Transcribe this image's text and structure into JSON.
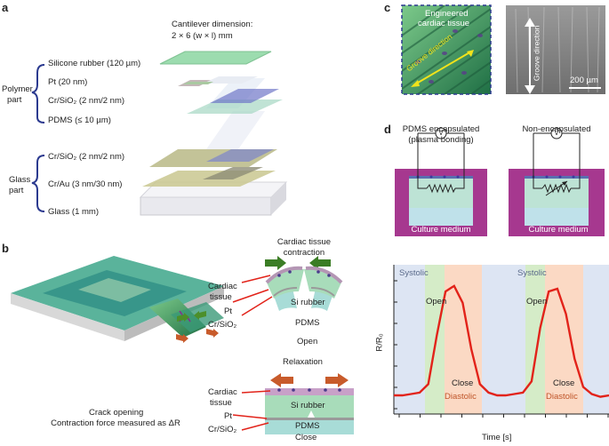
{
  "panels": {
    "a": "a",
    "b": "b",
    "c": "c",
    "d": "d"
  },
  "panel_a": {
    "cantilever_title": "Cantilever dimension:",
    "cantilever_dims": "2 × 6 (w × l) mm",
    "polymer_label": "Polymer",
    "polymer_label2": "part",
    "glass_label": "Glass",
    "glass_label2": "part",
    "layers_polymer": [
      "Silicone rubber (120 µm)",
      "Pt (20 nm)",
      "Cr/SiO₂ (2 nm/2 nm)",
      "PDMS (≤ 10 µm)"
    ],
    "layers_glass": [
      "Cr/SiO₂ (2 nm/2 nm)",
      "Cr/Au (3 nm/30 nm)",
      "Glass (1 mm)"
    ]
  },
  "panel_b": {
    "crack_line1": "Crack opening",
    "crack_line2": "Contraction force measured as ΔR",
    "contraction_title1": "Cardiac tissue",
    "contraction_title2": "contraction",
    "relaxation_title": "Relaxation",
    "cardiac1": "Cardiac",
    "tissue1": "tissue",
    "pt": "Pt",
    "crsio2": "Cr/SiO₂",
    "si_rubber": "Si rubber",
    "pdms": "PDMS",
    "open": "Open",
    "close": "Close"
  },
  "panel_c": {
    "engineered1": "Engineered",
    "engineered2": "cardiac tissue",
    "groove_direction": "Groove direction",
    "scale_bar": "200 µm"
  },
  "panel_d": {
    "left_title1": "PDMS encapsulated",
    "left_title2": "(plasma bonding)",
    "right_title": "Non-encapsulated",
    "culture_medium": "Culture medium",
    "voltmeter": "V"
  },
  "chart_data": {
    "type": "line",
    "xlabel": "Time [s]",
    "ylabel": "R/R₀",
    "phases": [
      "Systolic",
      "Open",
      "Close",
      "Diastolic",
      "Systolic",
      "Open",
      "Close",
      "Diastolic"
    ],
    "series": [
      {
        "values": [
          0.12,
          0.12,
          0.13,
          0.14,
          0.2,
          0.55,
          0.86,
          0.9,
          0.78,
          0.45,
          0.2,
          0.14,
          0.12,
          0.12,
          0.13,
          0.14,
          0.22,
          0.6,
          0.86,
          0.88,
          0.7,
          0.38,
          0.18,
          0.13,
          0.11,
          0.12
        ]
      }
    ],
    "colors": {
      "systolic_bg": "#dde5f3",
      "open_bg": "#d5ecc8",
      "close_bg": "#fbd9c4",
      "line": "#e2231a"
    }
  }
}
